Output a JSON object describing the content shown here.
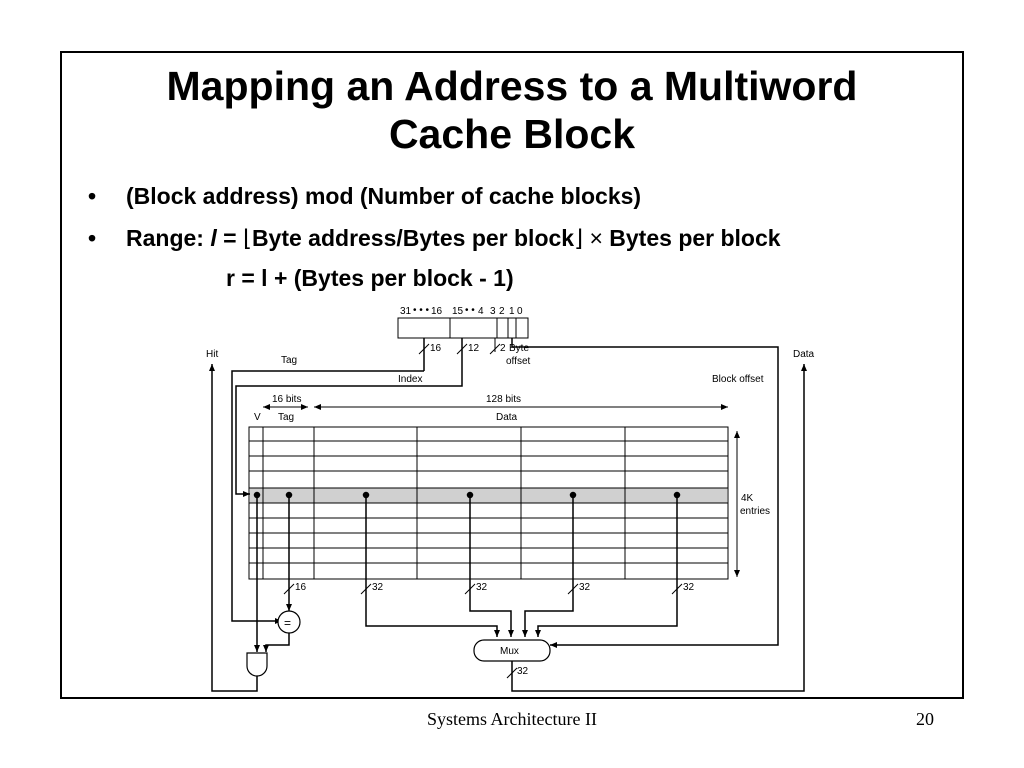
{
  "title_line1": "Mapping an Address to a Multiword",
  "title_line2": "Cache Block",
  "bullets": [
    {
      "marker": "•",
      "text": "(Block address) mod (Number of cache blocks)"
    },
    {
      "marker": "•",
      "label": "Range: ",
      "italic_l": "l",
      "eq": " = ",
      "floor_left": "⌊",
      "mid": "Byte address/Bytes per block",
      "floor_right": "⌋",
      "times": " × ",
      "tail": "Bytes per block"
    }
  ],
  "range_line": "r = l + (Bytes per block - 1)",
  "diagram": {
    "address_bits": {
      "hi": "31",
      "dots1": "• • •",
      "b16": "16",
      "b15": "15",
      "dots2": "• •",
      "b4": "4",
      "b3": "3",
      "b2": "2",
      "b1": "1",
      "b0": "0"
    },
    "field_widths": {
      "tag": "16",
      "index": "12",
      "offset": "2"
    },
    "labels": {
      "hit": "Hit",
      "tag": "Tag",
      "byte": "Byte",
      "offset": "offset",
      "data": "Data",
      "index": "Index",
      "block_offset": "Block offset",
      "bits16": "16 bits",
      "bits128": "128 bits",
      "v": "V",
      "col_tag": "Tag",
      "col_data": "Data",
      "entries_4k": "4K",
      "entries": "entries",
      "w16": "16",
      "w32a": "32",
      "w32b": "32",
      "w32c": "32",
      "w32d": "32",
      "eq": "=",
      "mux": "Mux",
      "out32": "32"
    }
  },
  "footer": {
    "center": "Systems Architecture II",
    "page": "20"
  }
}
